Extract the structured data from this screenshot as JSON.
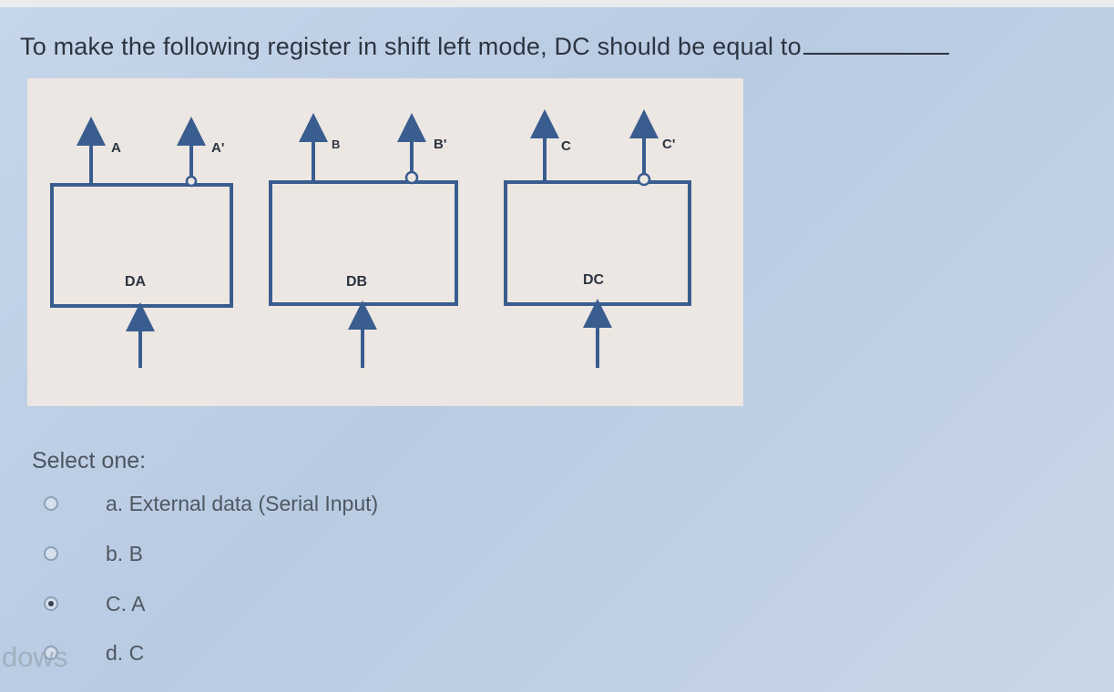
{
  "question": {
    "text": "To make the following register in shift left mode, DC should be equal to"
  },
  "diagram": {
    "blocks": [
      {
        "name": "DA",
        "out": "A",
        "out_bar": "A'"
      },
      {
        "name": "DB",
        "out": "B",
        "out_bar": "B'"
      },
      {
        "name": "DC",
        "out": "C",
        "out_bar": "C'"
      }
    ],
    "line_color": "#3a5d8f"
  },
  "select_label": "Select one:",
  "options": [
    {
      "label": "a. External data (Serial Input)",
      "selected": false
    },
    {
      "label": "b. B",
      "selected": false
    },
    {
      "label": "C. A",
      "selected": true
    },
    {
      "label": "d. C",
      "selected": false
    }
  ],
  "watermark": "dows"
}
